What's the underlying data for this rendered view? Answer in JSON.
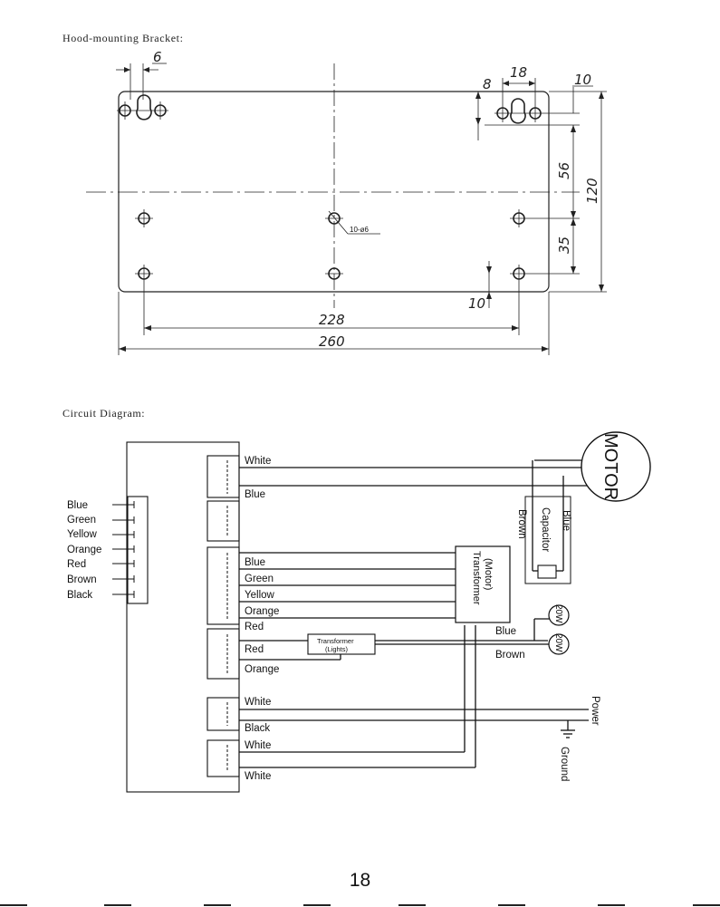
{
  "bracket": {
    "heading": "Hood-mounting Bracket:",
    "dims": {
      "d6": "6",
      "d8": "8",
      "d18": "18",
      "d10_top": "10",
      "d56": "56",
      "d120": "120",
      "d35": "35",
      "d10_bottom": "10",
      "d228": "228",
      "d260": "260",
      "holes": "10-ø6"
    }
  },
  "circuit": {
    "heading": "Circuit Diagram:",
    "left_terminals": [
      "Blue",
      "Green",
      "Yellow",
      "Orange",
      "Red",
      "Brown",
      "Black"
    ],
    "wires": {
      "motor_white": "White",
      "motor_blue": "Blue",
      "t_blue": "Blue",
      "t_green": "Green",
      "t_yellow": "Yellow",
      "t_orange": "Orange",
      "red_top": "Red",
      "red_lights": "Red",
      "orange_lights": "Orange",
      "white_power": "White",
      "black_power": "Black",
      "white_low1": "White",
      "white_low2": "White",
      "lamp_blue": "Blue",
      "lamp_brown": "Brown",
      "cap_brown": "Brown",
      "cap_blue": "Blue"
    },
    "motor": "MOTOR",
    "capacitor": "Capacitor",
    "transformer_motor": [
      "Transformer",
      "(Motor)"
    ],
    "transformer_lights": [
      "Transformer",
      "(Lights)"
    ],
    "lamp_rating_1": "20W",
    "lamp_rating_2": "20W",
    "power": "Power",
    "ground": "Ground"
  },
  "page_number": "18"
}
